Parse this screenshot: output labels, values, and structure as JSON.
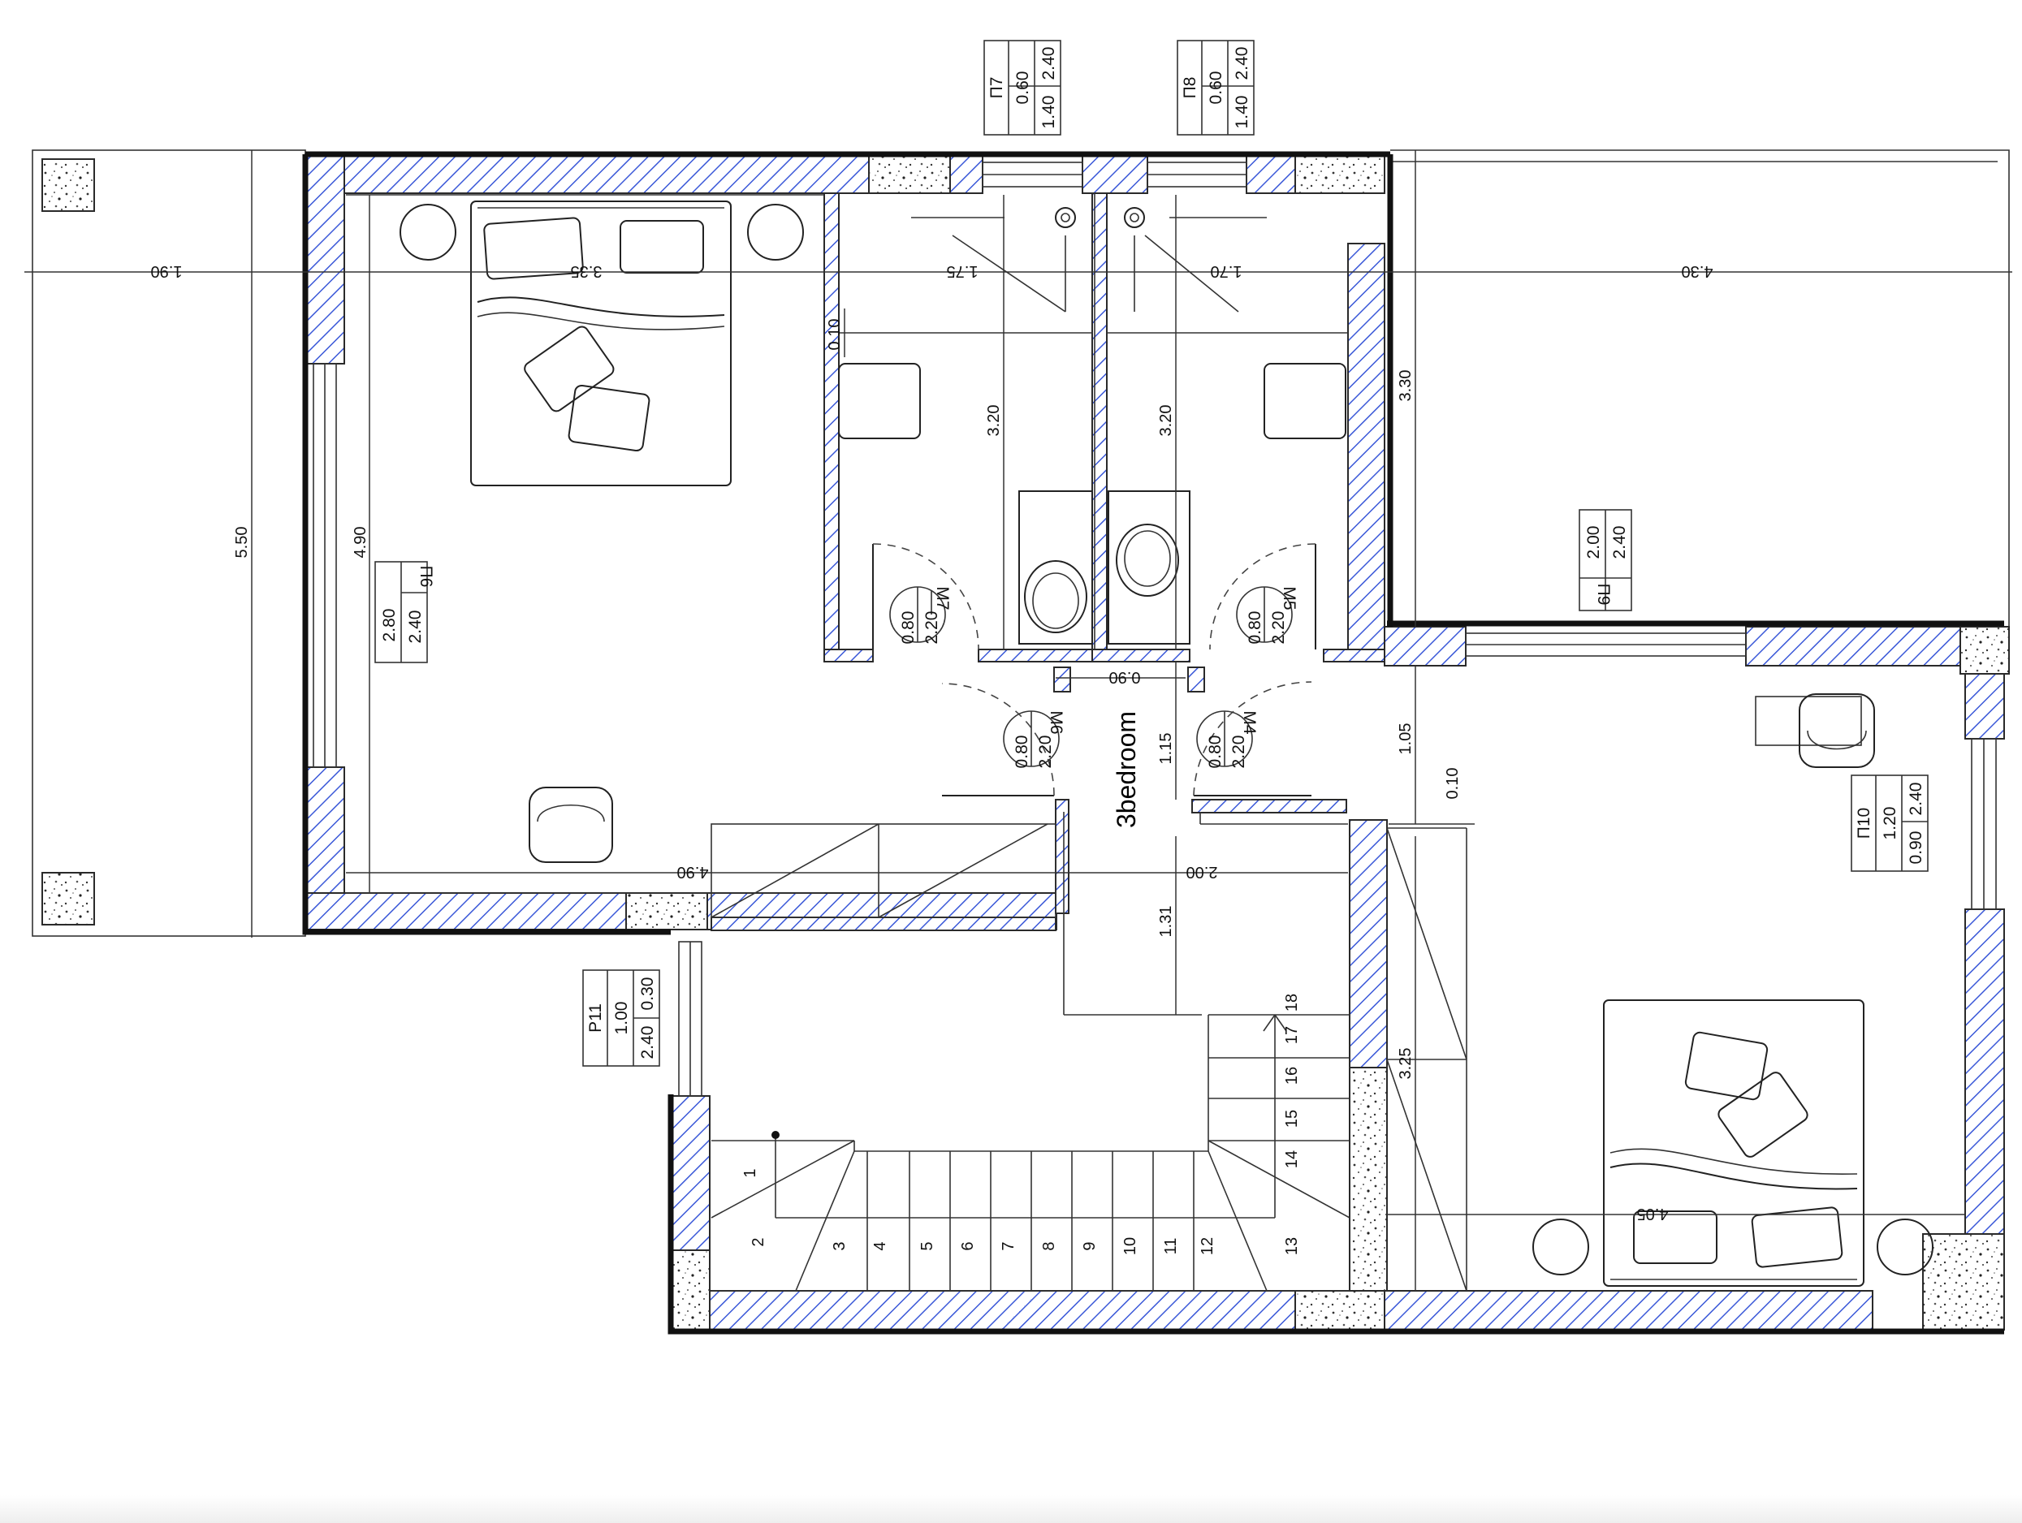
{
  "room_label": "3bedroom",
  "dimensions": {
    "terrace_width": "1.90",
    "bedroom1_width": "3.35",
    "bath1_width": "1.75",
    "bath2_width": "1.70",
    "terrace_right_width": "4.30",
    "terrace_height": "5.50",
    "bedroom1_height": "4.90",
    "bath_partition": "0.10",
    "bath1_depth": "3.20",
    "bath2_depth": "3.20",
    "terrace_right_depth": "3.30",
    "hall_width": "0.90",
    "hall_depth": "1.15",
    "corridor_depth": "1.05",
    "wall_thickness": "0.10",
    "bedroom1_bottom_width": "4.90",
    "stair_width": "2.00",
    "stair_landing": "1.31",
    "bedroom2_depth": "3.25",
    "bedroom2_width": "4.05"
  },
  "window_tags": [
    {
      "id": "П7",
      "w": "0.60",
      "h1": "1.40",
      "h2": "2.40"
    },
    {
      "id": "П8",
      "w": "0.60",
      "h1": "1.40",
      "h2": "2.40"
    },
    {
      "id": "П6",
      "w": "2.80",
      "h": "2.40"
    },
    {
      "id": "П9",
      "w": "2.00",
      "h": "2.40"
    },
    {
      "id": "П10",
      "w": "1.20",
      "h1": "0.90",
      "h2": "2.40"
    },
    {
      "id": "Р11",
      "w": "1.00",
      "h1": "2.40",
      "h2": "0.30"
    }
  ],
  "door_tags": [
    {
      "id": "М7",
      "w": "0.80",
      "h": "2.20"
    },
    {
      "id": "М5",
      "w": "0.80",
      "h": "2.20"
    },
    {
      "id": "М6",
      "w": "0.80",
      "h": "2.20"
    },
    {
      "id": "М4",
      "w": "0.80",
      "h": "2.20"
    }
  ],
  "stair_steps": [
    "1",
    "2",
    "3",
    "4",
    "5",
    "6",
    "7",
    "8",
    "9",
    "10",
    "11",
    "12",
    "13",
    "14",
    "15",
    "16",
    "17",
    "18"
  ]
}
